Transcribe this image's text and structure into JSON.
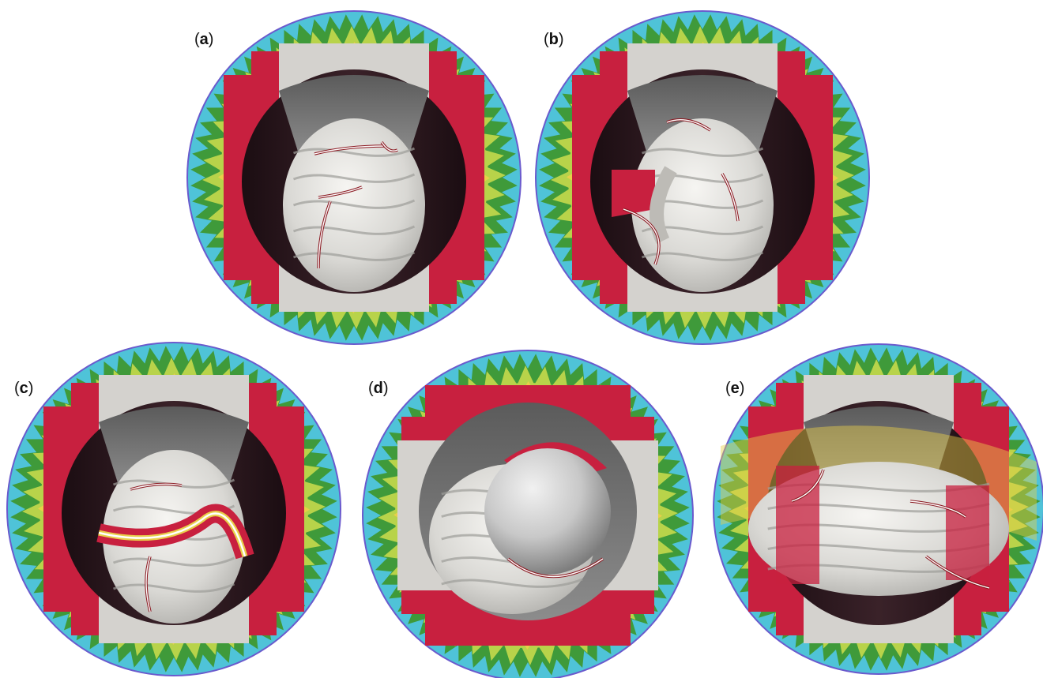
{
  "figure": {
    "panels": [
      {
        "id": "a",
        "label_text": "a",
        "variant": "standard"
      },
      {
        "id": "b",
        "label_text": "b",
        "variant": "red-wall"
      },
      {
        "id": "c",
        "label_text": "c",
        "variant": "curve"
      },
      {
        "id": "d",
        "label_text": "d",
        "variant": "horizontal"
      },
      {
        "id": "e",
        "label_text": "e",
        "variant": "distorted"
      }
    ],
    "colors": {
      "blue_edge": "#6a5acd",
      "cyan": "#4fc3d8",
      "green": "#3f9a3a",
      "yellow_green": "#b8d34a",
      "yellow": "#e8cf4a",
      "orange": "#e08a3a",
      "red": "#c8203f",
      "light_gray": "#d4d2ce",
      "dark_interior": "#2a1a1f",
      "gray_wall": "#6b6b6b",
      "specimen": "#e9e8e4"
    }
  }
}
